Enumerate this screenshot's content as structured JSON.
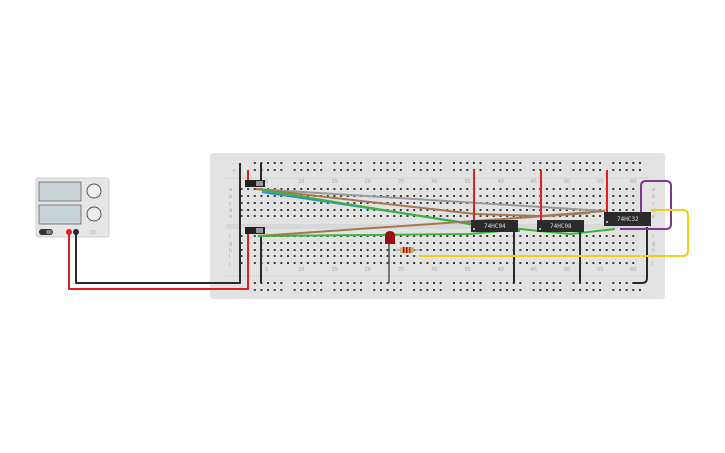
{
  "breadboard": {
    "column_labels": [
      "5",
      "10",
      "15",
      "20",
      "25",
      "30",
      "35",
      "40",
      "45",
      "50",
      "55",
      "60"
    ],
    "row_labels_top": [
      "a",
      "b",
      "c",
      "d",
      "e"
    ],
    "row_labels_bottom": [
      "f",
      "g",
      "h",
      "i",
      "j"
    ],
    "rail_labels": [
      "-",
      "+"
    ]
  },
  "chips": [
    {
      "label": "74HC04"
    },
    {
      "label": "74HC08"
    },
    {
      "label": "74HC32"
    }
  ],
  "power_supply": {
    "label": "DC"
  },
  "colors": {
    "breadboard": "#e3e3e3",
    "wire_red": "#e02020",
    "wire_black": "#2a2a2a",
    "wire_brown": "#a5784f",
    "wire_grey": "#9a9a9a",
    "wire_green": "#3cb43c",
    "wire_blue": "#2a8fd8",
    "wire_yellow": "#f2cf1a",
    "wire_purple": "#7a3a94",
    "led": "#9a1010",
    "chip": "#2b2b2b"
  }
}
